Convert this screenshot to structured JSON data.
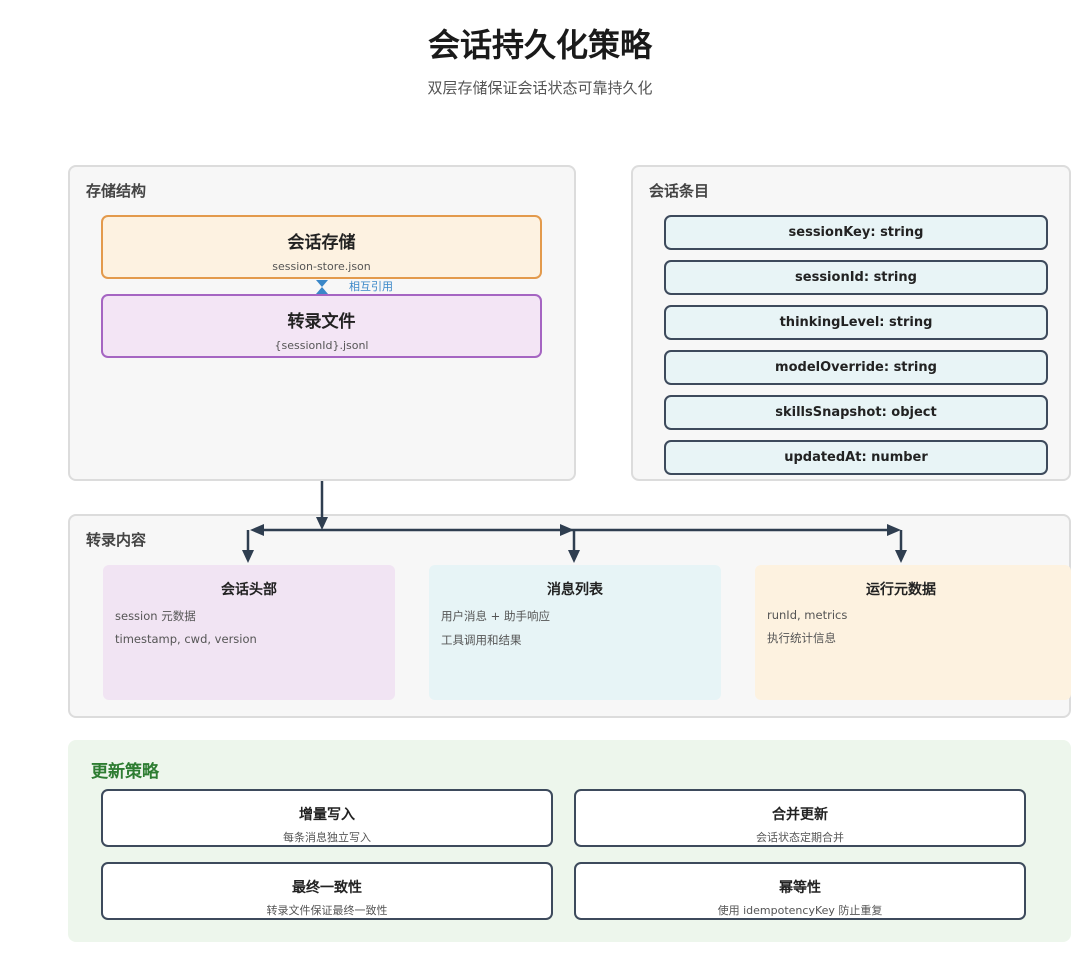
{
  "title": "会话持久化策略",
  "subtitle": "双层存储保证会话状态可靠持久化",
  "storage": {
    "title": "存储结构",
    "store_box": {
      "title": "会话存储",
      "file": "session-store.json"
    },
    "ref_label": "相互引用",
    "transcript_box": {
      "title": "转录文件",
      "file": "{sessionId}.jsonl"
    }
  },
  "entry": {
    "title": "会话条目",
    "fields": [
      "sessionKey: string",
      "sessionId: string",
      "thinkingLevel: string",
      "modelOverride: string",
      "skillsSnapshot: object",
      "updatedAt: number"
    ]
  },
  "content": {
    "title": "转录内容",
    "cards": [
      {
        "title": "会话头部",
        "lines": [
          "session 元数据",
          "timestamp, cwd, version"
        ]
      },
      {
        "title": "消息列表",
        "lines": [
          "用户消息 + 助手响应",
          "工具调用和结果"
        ]
      },
      {
        "title": "运行元数据",
        "lines": [
          "runId, metrics",
          "执行统计信息"
        ]
      }
    ]
  },
  "update": {
    "title": "更新策略",
    "items": [
      {
        "title": "增量写入",
        "desc": "每条消息独立写入"
      },
      {
        "title": "合并更新",
        "desc": "会话状态定期合并"
      },
      {
        "title": "最终一致性",
        "desc": "转录文件保证最终一致性"
      },
      {
        "title": "幂等性",
        "desc": "使用 idempotencyKey 防止重复"
      }
    ]
  },
  "colors": {
    "store": "#e39a4c",
    "transcript": "#a565c2",
    "field_bg": "#e8f4f6",
    "card_header": "#f3e5f5",
    "card_messages": "#e8f4f6",
    "card_run": "#fdf2e1",
    "update_title": "#2e7d32",
    "connector": "#2f3e50",
    "reference": "#3a87c8"
  }
}
